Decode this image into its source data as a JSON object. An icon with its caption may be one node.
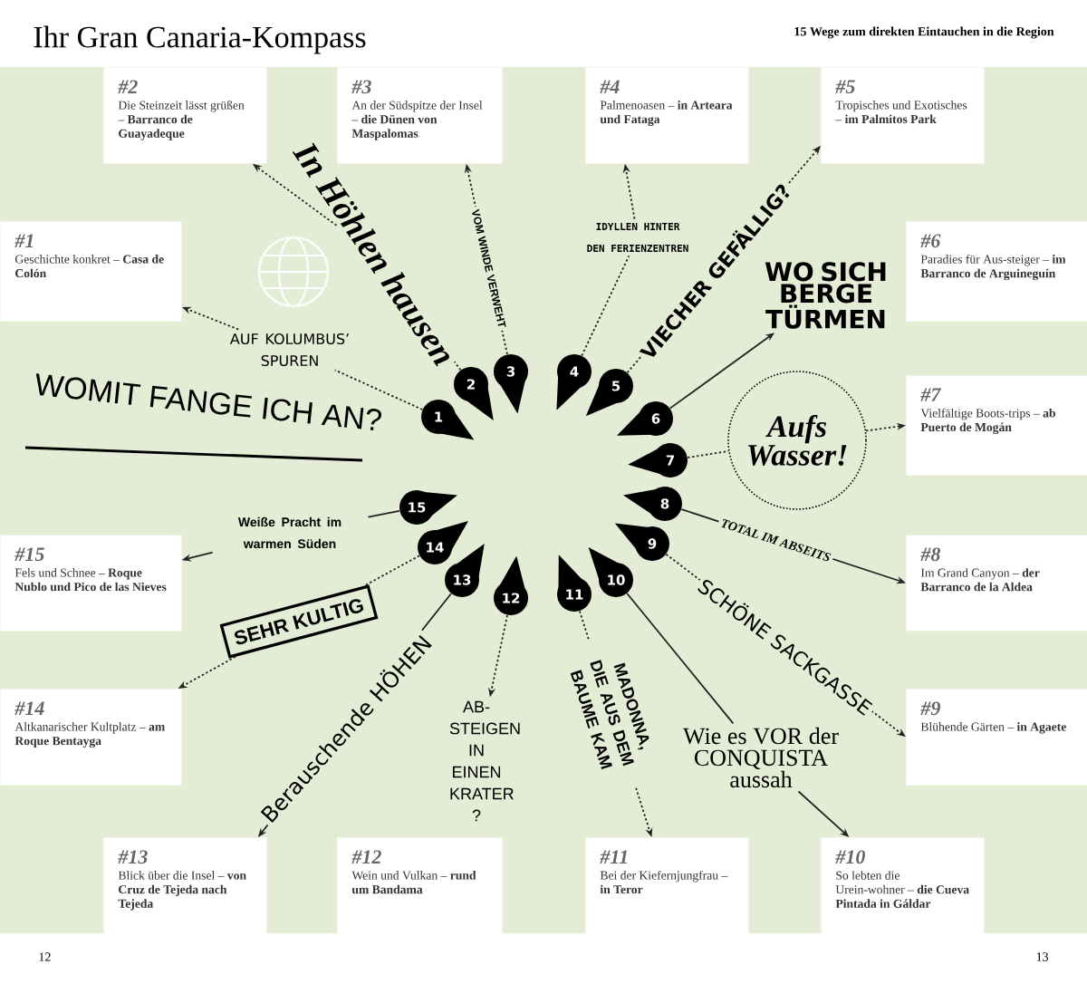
{
  "diagram": {
    "title": "Ihr Gran Canaria-Kompass",
    "nodes": [
      {
        "text": [
          "#1",
          "Geschichte konkret – **Casa de Colón**"
        ]
      },
      {
        "text": [
          "#2",
          "Die Steinzeit lässt grüßen – **Barranco de Guayadeque**"
        ]
      },
      {
        "text": [
          "#3",
          "An der Südspitze der Insel – **die Dünen von Maspalomas**"
        ]
      },
      {
        "text": [
          "#4",
          "Palmenoasen – **in Arteara und Fataga**"
        ]
      },
      {
        "text": [
          "#5",
          "Tropisches und Exotisches – **im Palmitos Park**"
        ]
      },
      {
        "text": [
          "#6",
          "Paradies für Aus-steiger – **im Barranco de Arguineguín**"
        ]
      },
      {
        "text": [
          "#7",
          "Vielfältige Boots-trips – **ab Puerto de Mogán**"
        ]
      },
      {
        "text": [
          "#8",
          "Im Grand Canyon – **der Barranco de la Aldea**"
        ]
      },
      {
        "text": [
          "#9",
          "Blühende Gärten – **in Agaete**"
        ]
      },
      {
        "text": [
          "#10",
          "So lebten die Urein-wohner – **die Cueva Pintada in Gáldar**"
        ]
      },
      {
        "text": [
          "#11",
          "Bei der Kiefernjungfrau – **in Teror**"
        ]
      },
      {
        "text": [
          "#12",
          "Wein und Vulkan – **rund um Bandama**"
        ]
      },
      {
        "text": [
          "#13",
          "Blick über die Insel – **von Cruz de Tejeda nach Tejeda**"
        ]
      },
      {
        "text": [
          "#14",
          "Altkanarischer Kultplatz – **am Roque Bentayga**"
        ]
      },
      {
        "text": [
          "#15",
          "Fels und Schnee – **Roque Nublo und Pico de las Nieves**"
        ]
      },
      {
        "text": [
          "1"
        ]
      },
      {
        "text": [
          "2"
        ]
      },
      {
        "text": [
          "3"
        ]
      },
      {
        "text": [
          "4"
        ]
      },
      {
        "text": [
          "5"
        ]
      },
      {
        "text": [
          "6"
        ]
      },
      {
        "text": [
          "7"
        ]
      },
      {
        "text": [
          "8"
        ]
      },
      {
        "text": [
          "9"
        ]
      },
      {
        "text": [
          "10"
        ]
      },
      {
        "text": [
          "11"
        ]
      },
      {
        "text": [
          "12"
        ]
      },
      {
        "text": [
          "13"
        ]
      },
      {
        "text": [
          "14"
        ]
      },
      {
        "text": [
          "15"
        ]
      },
      {
        "text": [
          "AUF KOLUMBUS’ SPUREN"
        ]
      },
      {
        "text": [
          "In Höhlen hausen"
        ]
      },
      {
        "text": [
          "IDYLLEN HINTER DEN FERIENZENTREN"
        ]
      },
      {
        "text": [
          "WO SICH BERGE TÜRMEN"
        ]
      },
      {
        "text": [
          "Aufs Wasser!"
        ]
      },
      {
        "text": [
          "Wie es VOR der CONQUISTA aussah"
        ]
      },
      {
        "text": [
          "AB-STEIGEN IN EINEN KRATER ?"
        ]
      },
      {
        "text": [
          "SEHR KULTIG"
        ]
      },
      {
        "text": [
          "Weiße Pracht im warmen Süden"
        ]
      }
    ],
    "edges": [
      {
        "from": 15,
        "to": 30,
        "arrow": "none",
        "style": "dashed"
      },
      {
        "from": 30,
        "to": 0,
        "arrow": "to",
        "style": "dashed"
      },
      {
        "from": 16,
        "to": 31,
        "arrow": "none",
        "style": "dashed"
      },
      {
        "from": 31,
        "to": 1,
        "arrow": "to",
        "style": "dashed"
      },
      {
        "from": 17,
        "to": 2,
        "arrow": "to",
        "style": "dashed",
        "label": "VOM WINDE VERWEHT"
      },
      {
        "from": 18,
        "to": 32,
        "arrow": "none",
        "style": "dashed"
      },
      {
        "from": 32,
        "to": 3,
        "arrow": "to",
        "style": "dashed"
      },
      {
        "from": 19,
        "to": 4,
        "arrow": "to",
        "style": "dashed",
        "label": "VIECHER GEFÄLLIG?"
      },
      {
        "from": 20,
        "to": 33,
        "arrow": "to"
      },
      {
        "from": 21,
        "to": 34,
        "arrow": "none",
        "style": "dashed"
      },
      {
        "from": 34,
        "to": 6,
        "arrow": "to",
        "style": "dashed"
      },
      {
        "from": 22,
        "to": 7,
        "arrow": "to",
        "label": "TOTAL IM ABSEITS"
      },
      {
        "from": 23,
        "to": 8,
        "arrow": "to",
        "style": "dashed",
        "label": "SCHÖNE SACKGASSE"
      },
      {
        "from": 24,
        "to": 35,
        "arrow": "none"
      },
      {
        "from": 35,
        "to": 9,
        "arrow": "to"
      },
      {
        "from": 25,
        "to": 10,
        "arrow": "to",
        "style": "dashed",
        "label": "MADONNA, DIE AUS DEM BAUME KAM"
      },
      {
        "from": 26,
        "to": 36,
        "arrow": "to",
        "style": "dashed"
      },
      {
        "from": 27,
        "to": 12,
        "arrow": "to",
        "label": "Berauschende HÖHEN"
      },
      {
        "from": 28,
        "to": 37,
        "arrow": "none",
        "style": "dashed"
      },
      {
        "from": 37,
        "to": 13,
        "arrow": "to",
        "style": "dashed"
      },
      {
        "from": 29,
        "to": 38,
        "arrow": "none"
      },
      {
        "from": 38,
        "to": 14,
        "arrow": "to"
      }
    ],
    "labels": [
      "15 Wege zum direkten Eintauchen in die Region",
      "WOMIT FANGE ICH AN?",
      "12",
      "13"
    ]
  }
}
